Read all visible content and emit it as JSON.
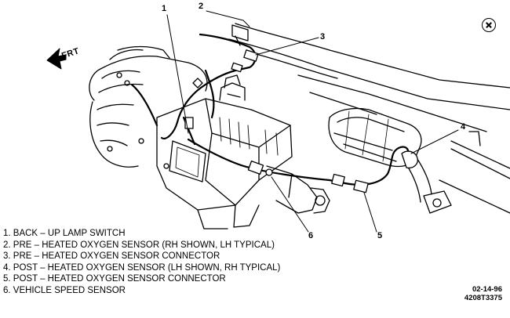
{
  "orientation": {
    "label": "FRT"
  },
  "callouts": [
    "1",
    "2",
    "3",
    "4",
    "5",
    "6"
  ],
  "legend": [
    "1. BACK – UP LAMP SWITCH",
    "2. PRE – HEATED OXYGEN SENSOR (RH SHOWN, LH TYPICAL)",
    "3. PRE – HEATED OXYGEN SENSOR CONNECTOR",
    "4. POST – HEATED OXYGEN SENSOR (LH SHOWN, RH TYPICAL)",
    "5. POST – HEATED OXYGEN SENSOR CONNECTOR",
    "6. VEHICLE SPEED SENSOR"
  ],
  "drawing_date": "02-14-96",
  "drawing_code": "4208T3375",
  "icons": [
    "front-arrow-icon",
    "view-symbol-icon"
  ]
}
